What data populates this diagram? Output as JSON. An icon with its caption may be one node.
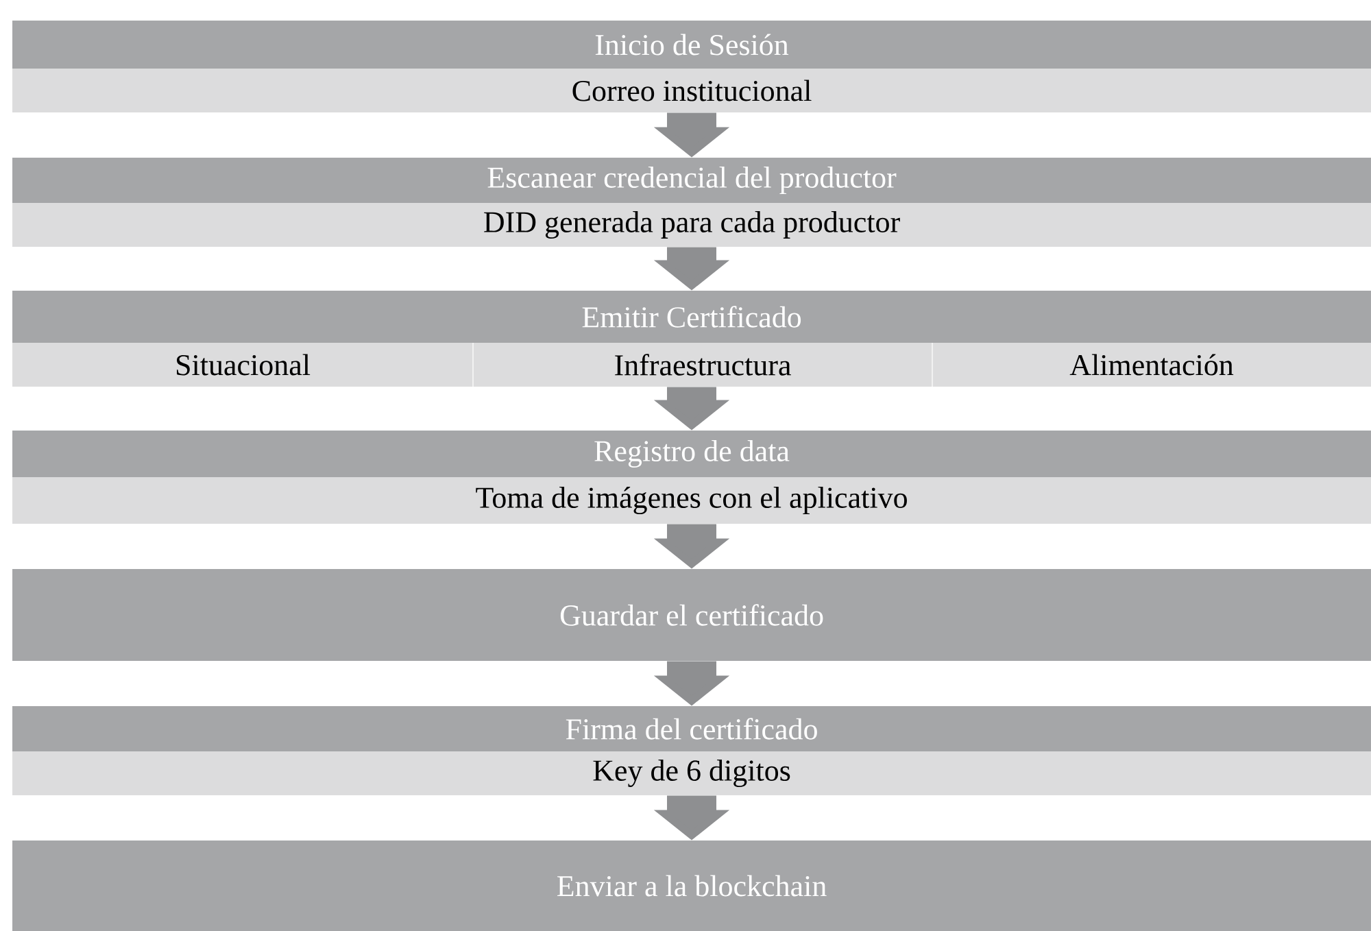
{
  "diagram": {
    "nodes": [
      {
        "text": [
          "Inicio de Sesión"
        ]
      },
      {
        "text": [
          "Correo institucional"
        ]
      },
      {
        "text": [
          "Escanear credencial del productor"
        ]
      },
      {
        "text": [
          "DID generada para cada productor"
        ]
      },
      {
        "text": [
          "Emitir Certificado"
        ]
      },
      {
        "text": [
          "Situacional"
        ]
      },
      {
        "text": [
          "Infraestructura"
        ]
      },
      {
        "text": [
          "Alimentación"
        ]
      },
      {
        "text": [
          "Registro de data"
        ]
      },
      {
        "text": [
          "Toma de imágenes con el aplicativo"
        ]
      },
      {
        "text": [
          "Guardar el certificado"
        ]
      },
      {
        "text": [
          "Firma del certificado"
        ]
      },
      {
        "text": [
          "Key de 6 digitos"
        ]
      },
      {
        "text": [
          "Enviar a la blockchain"
        ]
      }
    ],
    "edges": [
      {
        "from": 1,
        "to": 2,
        "arrow": "to"
      },
      {
        "from": 3,
        "to": 4,
        "arrow": "to"
      },
      {
        "from": 6,
        "to": 8,
        "arrow": "to"
      },
      {
        "from": 9,
        "to": 10,
        "arrow": "to"
      },
      {
        "from": 10,
        "to": 11,
        "arrow": "to"
      },
      {
        "from": 12,
        "to": 13,
        "arrow": "to"
      }
    ]
  }
}
